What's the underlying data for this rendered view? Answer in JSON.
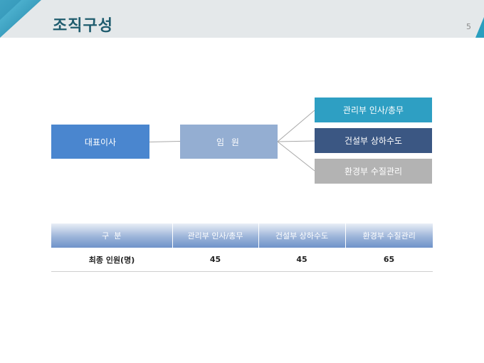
{
  "slide": {
    "title": "조직구성",
    "page_number": "5",
    "accent_color": "#2a9fbf",
    "title_color": "#1f5c6e"
  },
  "org_chart": {
    "ceo": "대표이사",
    "executive": "임 원",
    "departments": [
      {
        "label": "관리부 인사/총무",
        "color": "#2e9fc3"
      },
      {
        "label": "건설부 상하수도",
        "color": "#3b5783"
      },
      {
        "label": "환경부 수질관리",
        "color": "#b3b3b3"
      }
    ]
  },
  "staff_table": {
    "headers": [
      "구  분",
      "관리부 인사/총무",
      "건설부 상하수도",
      "환경부 수질관리"
    ],
    "rows": [
      [
        "최종 인원(명)",
        "45",
        "45",
        "65"
      ]
    ]
  }
}
